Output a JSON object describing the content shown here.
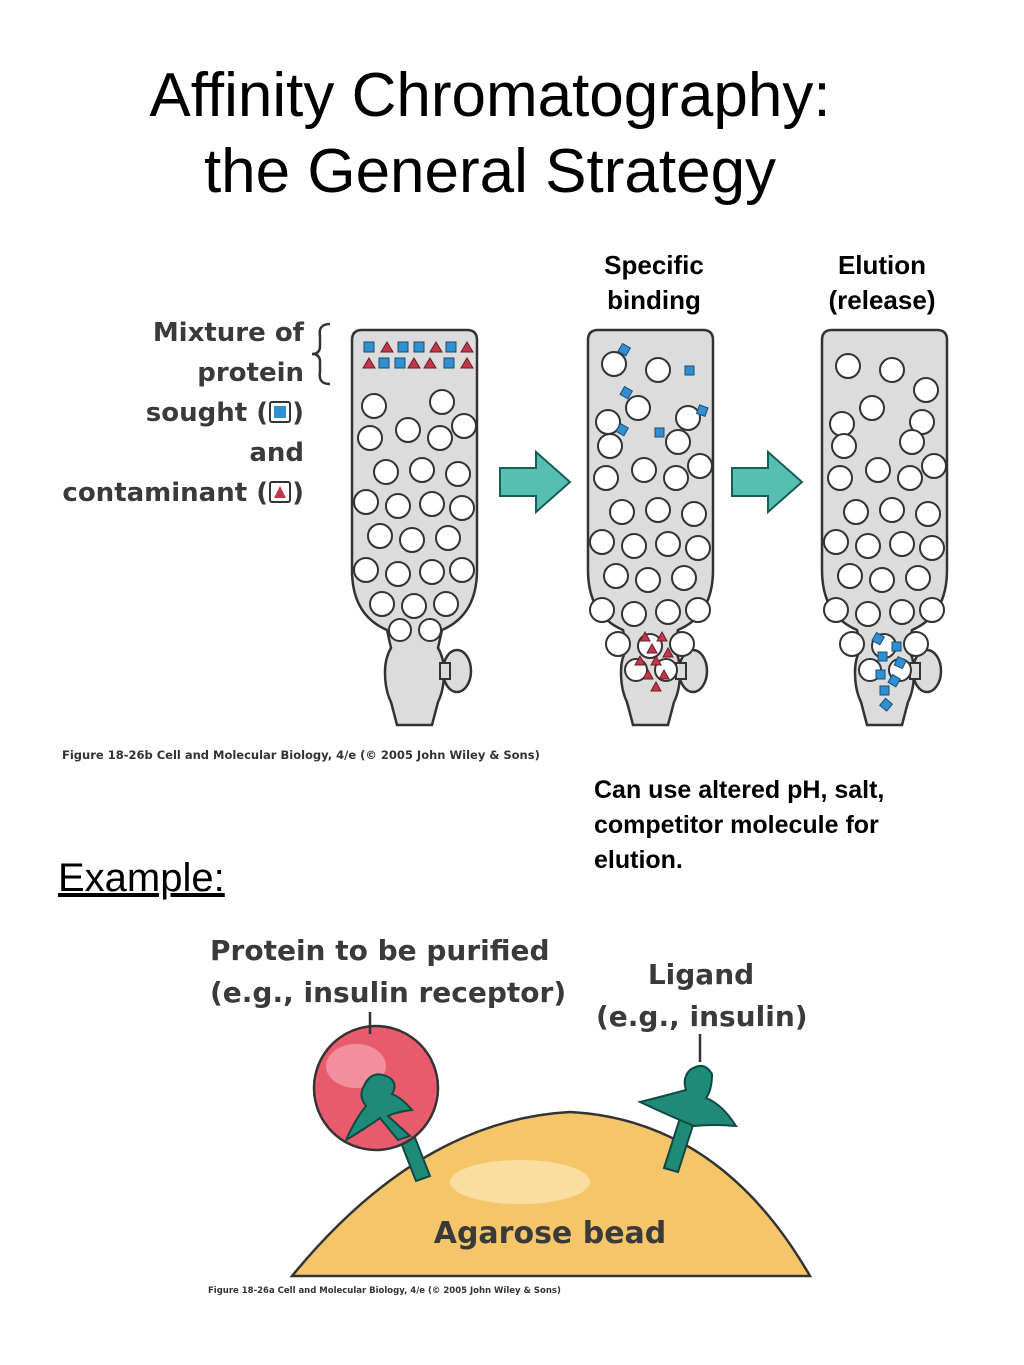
{
  "title": {
    "line1": "Affinity Chromatography:",
    "line2": "the General Strategy"
  },
  "columns": {
    "specific": {
      "line1": "Specific",
      "line2": "binding"
    },
    "elution": {
      "line1": "Elution",
      "line2": "(release)"
    }
  },
  "mixture_label": {
    "line1": "Mixture of",
    "line2": "protein",
    "line3a": "sought (",
    "line3b": ")",
    "line4": "and",
    "line5a": "contaminant (",
    "line5b": ")"
  },
  "figure_caption_top": "Figure 18-26b  Cell and Molecular Biology, 4/e (© 2005 John Wiley & Sons)",
  "elution_note": {
    "line1": "Can use altered pH, salt,",
    "line2": "competitor molecule for",
    "line3": "elution."
  },
  "example_label": "Example:",
  "protein_label": {
    "line1": "Protein to be purified",
    "line2": "(e.g., insulin receptor)"
  },
  "ligand_label": {
    "line1": "Ligand",
    "line2": "(e.g., insulin)"
  },
  "bead_label": "Agarose bead",
  "figure_caption_bottom": "Figure 18-26a  Cell and Molecular Biology, 4/e (© 2005 John Wiley & Sons)",
  "colors": {
    "column_fill": "#dcdcdc",
    "column_stroke": "#333333",
    "arrow_fill": "#56bfb2",
    "protein_blue": "#2f8fd0",
    "contaminant_red": "#c0394b",
    "ligand_teal": "#1f8a78",
    "bead_fill": "#f5c56a",
    "receptor_pink": "#e85b6d"
  }
}
